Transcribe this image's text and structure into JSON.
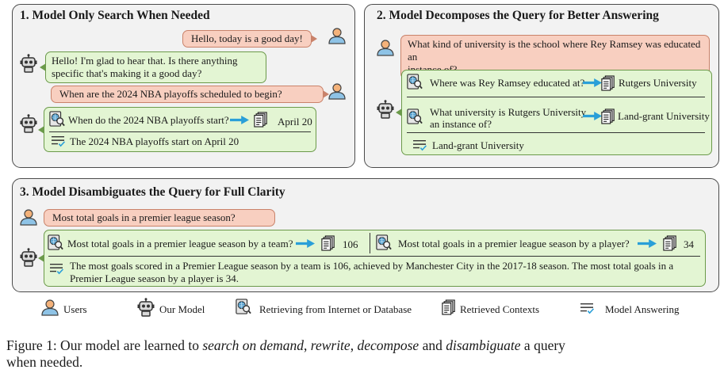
{
  "panel1": {
    "title": "1. Model Only Search When Needed",
    "user1": "Hello, today is a good day!",
    "model1_line1": "Hello! I'm glad to hear that. Is there anything",
    "model1_line2": "specific that's making it a good day?",
    "user2": "When are the 2024 NBA playoffs scheduled to begin?",
    "query": "When do the 2024 NBA playoffs start?",
    "retrieved": "April 20",
    "answer": "The 2024 NBA playoffs start on April 20"
  },
  "panel2": {
    "title": "2. Model Decomposes the Query for Better Answering",
    "user_line1": "What kind of university is the school where Rey Ramsey was educated an",
    "user_line2": "instance of?",
    "sub1": "Where was Rey Ramsey educated at?",
    "sub1_result": "Rutgers University",
    "sub2_line1": "What university is Rutgers University",
    "sub2_line2": "an instance of?",
    "sub2_result": "Land-grant University",
    "answer": "Land-grant University"
  },
  "panel3": {
    "title": "3. Model Disambiguates the Query for Full Clarity",
    "user": "Most total goals in a premier league season?",
    "sub1": "Most total goals in a premier league season by a team?",
    "sub1_result": "106",
    "sub2": "Most total goals in a premier league season by a player?",
    "sub2_result": "34",
    "answer_line1": "The most goals scored in a Premier League season by a team is 106, achieved by Manchester City in the 2017-18 season. The most total goals in a",
    "answer_line2": "Premier League season by a player is 34."
  },
  "legend": {
    "users": "Users",
    "model": "Our Model",
    "retrieving": "Retrieving from Internet or Database",
    "contexts": "Retrieved Contexts",
    "answering": "Model Answering"
  },
  "caption": {
    "prefix": "Figure 1: Our model are learned to ",
    "term1": "search on demand",
    "sep1": ", ",
    "term2": "rewrite",
    "sep2": ", ",
    "term3": "decompose",
    "sep3": " and ",
    "term4": "disambiguate",
    "suffix": " a query",
    "line2": "when needed."
  },
  "colors": {
    "user_bubble": "#f8cfc0",
    "model_bubble": "#e3f5d3",
    "arrow": "#2a9fd8",
    "user_icon": "#8ec3e6",
    "user_icon_accent": "#f0a868"
  }
}
